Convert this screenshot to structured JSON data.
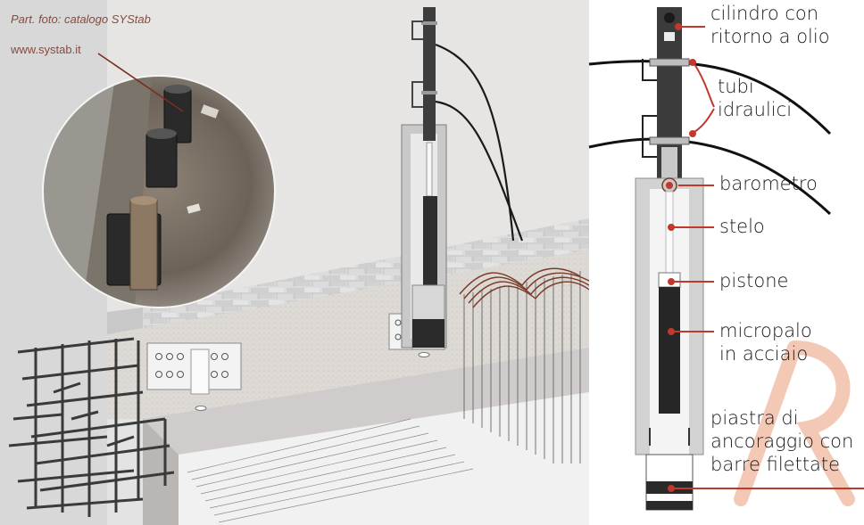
{
  "photo_credit": {
    "caption": "Part. foto: catalogo SYStab",
    "url": "www.systab.it"
  },
  "labels": {
    "cylinder": [
      "cilindro con",
      "ritorno a olio"
    ],
    "hoses": [
      "tubi",
      "idraulici"
    ],
    "barometer": "barometro",
    "stem": "stelo",
    "piston": "pistone",
    "micropile": [
      "micropalo",
      "in acciaio"
    ],
    "plate": [
      "piastra di",
      "ancoraggio con",
      "barre filettate"
    ]
  },
  "colors": {
    "callout_red": "#c0392b",
    "caption_brown": "#8b4a3e",
    "watermark": "#f3c9b5"
  }
}
